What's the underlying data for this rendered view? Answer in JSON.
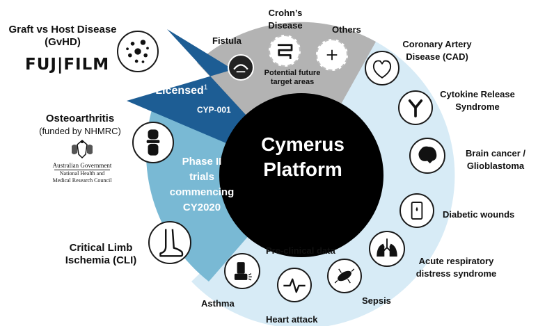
{
  "center": {
    "line1": "Cymerus",
    "line2": "Platform"
  },
  "licensed": {
    "label": "Licensed",
    "sup": "1",
    "check": "✓",
    "product": "CYP-001",
    "color": "#1d5d94"
  },
  "phase2": {
    "lines": [
      "Phase II",
      "trials",
      "commencing",
      "CY2020"
    ],
    "color": "#79b9d4"
  },
  "future": {
    "label": "Potential future target areas",
    "color": "#b3b3b3"
  },
  "preclinical": {
    "label": "Pre-clinical data",
    "color": "#d7ebf6"
  },
  "gvhd": {
    "line1": "Graft vs Host Disease",
    "line2": "(GvHD)",
    "partner": "FUJ|FILM",
    "icon": "dots-icon"
  },
  "osteo": {
    "line1": "Osteoarthritis",
    "line2": "(funded by NHMRC)",
    "icon": "knee-icon",
    "crest": [
      "Australian Government",
      "National Health and",
      "Medical Research Council"
    ]
  },
  "cli": {
    "line1": "Critical Limb",
    "line2": "Ischemia (CLI)",
    "icon": "foot-icon"
  },
  "fistula": {
    "label": "Fistula",
    "icon": "fistula-icon"
  },
  "crohns": {
    "line1": "Crohn’s",
    "line2": "Disease",
    "icon": "intestine-icon"
  },
  "others": {
    "label": "Others",
    "icon": "plus-icon"
  },
  "cad": {
    "line1": "Coronary Artery",
    "line2": "Disease (CAD)",
    "icon": "heart-icon"
  },
  "crs": {
    "line1": "Cytokine Release",
    "line2": "Syndrome",
    "icon": "antibody-icon"
  },
  "brain": {
    "line1": "Brain cancer /",
    "line2": "Glioblastoma",
    "icon": "brain-icon"
  },
  "diabetic": {
    "label": "Diabetic wounds",
    "icon": "glucose-meter-icon"
  },
  "ards": {
    "line1": "Acute respiratory",
    "line2": "distress syndrome",
    "icon": "lungs-icon"
  },
  "sepsis": {
    "label": "Sepsis",
    "icon": "bacteria-icon"
  },
  "heart_attack": {
    "label": "Heart attack",
    "icon": "heartbeat-icon"
  },
  "asthma": {
    "label": "Asthma",
    "icon": "inhaler-icon"
  }
}
